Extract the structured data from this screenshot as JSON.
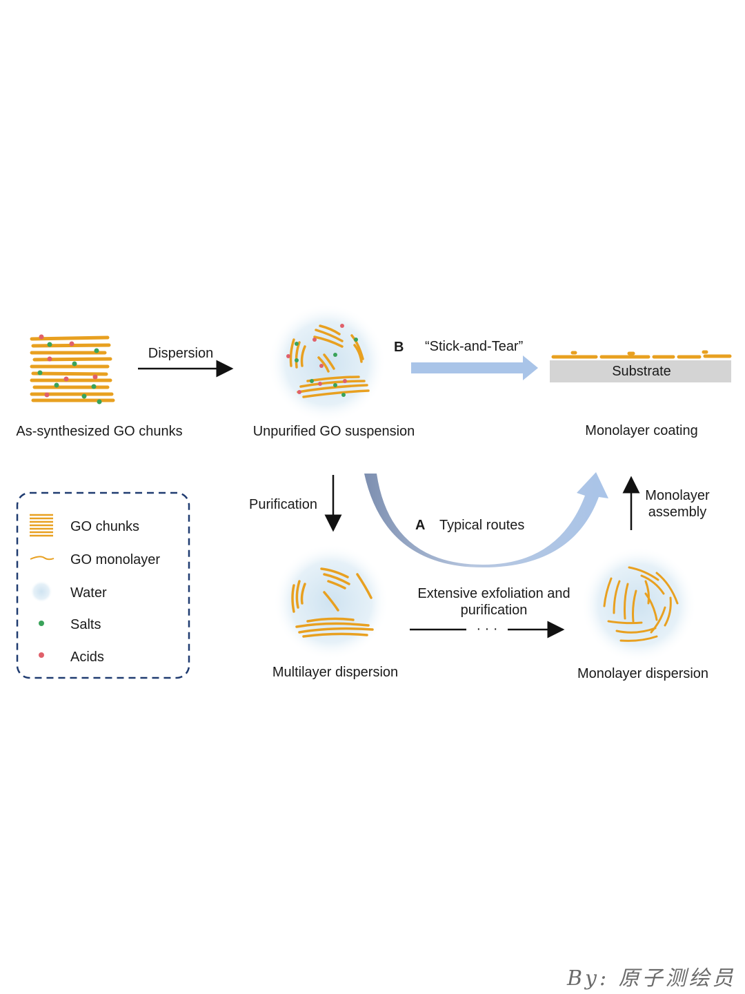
{
  "labels": {
    "dispersion": "Dispersion",
    "as_synthesized": "As-synthesized GO chunks",
    "unpurified": "Unpurified GO suspension",
    "route_b_letter": "B",
    "stick_and_tear": "“Stick-and-Tear”",
    "substrate": "Substrate",
    "monolayer_coating": "Monolayer coating",
    "purification": "Purification",
    "route_a_letter": "A",
    "typical_routes": "Typical routes",
    "monolayer_assembly_1": "Monolayer",
    "monolayer_assembly_2": "assembly",
    "extensive_1": "Extensive exfoliation and",
    "extensive_2": "purification",
    "dots": "· · ·",
    "multilayer_dispersion": "Multilayer dispersion",
    "monolayer_dispersion": "Monolayer dispersion"
  },
  "legend": {
    "items": [
      {
        "label": "GO chunks",
        "icon": "go-chunks-icon"
      },
      {
        "label": "GO monolayer",
        "icon": "go-monolayer-icon"
      },
      {
        "label": "Water",
        "icon": "water-icon"
      },
      {
        "label": "Salts",
        "icon": "salt-dot-icon"
      },
      {
        "label": "Acids",
        "icon": "acid-dot-icon"
      }
    ]
  },
  "watermark": "By: 原子测绘员",
  "colors": {
    "go_sheet": "#e8a020",
    "salt": "#3aa35a",
    "acid": "#e0606a",
    "water": "#dcecf6",
    "substrate": "#d4d4d4",
    "arrow_blue": "#a9c4e8",
    "legend_border": "#1f3b70"
  }
}
